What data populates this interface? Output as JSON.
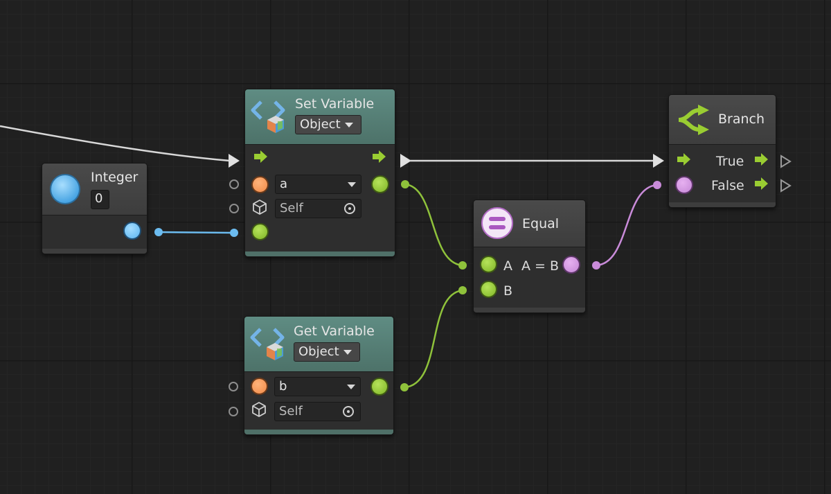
{
  "nodes": {
    "integer": {
      "title": "Integer",
      "value": "0"
    },
    "set_variable": {
      "title": "Set Variable",
      "kind": "Object",
      "name_value": "a",
      "target_value": "Self"
    },
    "get_variable": {
      "title": "Get Variable",
      "kind": "Object",
      "name_value": "b",
      "target_value": "Self"
    },
    "equal": {
      "title": "Equal",
      "input_a": "A",
      "input_b": "B",
      "output": "A = B"
    },
    "branch": {
      "title": "Branch",
      "out_true": "True",
      "out_false": "False"
    }
  },
  "icons": {
    "variable": "code-brackets-cube-icon",
    "target": "cube-outline-icon",
    "equal": "equal-sign-icon",
    "branch": "branch-arrows-icon",
    "integer": "blue-circle-icon"
  },
  "colors": {
    "flow": "#e6e6e6",
    "control_arrow": "#9acd32",
    "value_green": "#8fc23b",
    "value_purple": "#c98bd9",
    "value_blue": "#6cbcf0",
    "value_orange": "#f3945a",
    "teal_header": "#5a8179"
  }
}
